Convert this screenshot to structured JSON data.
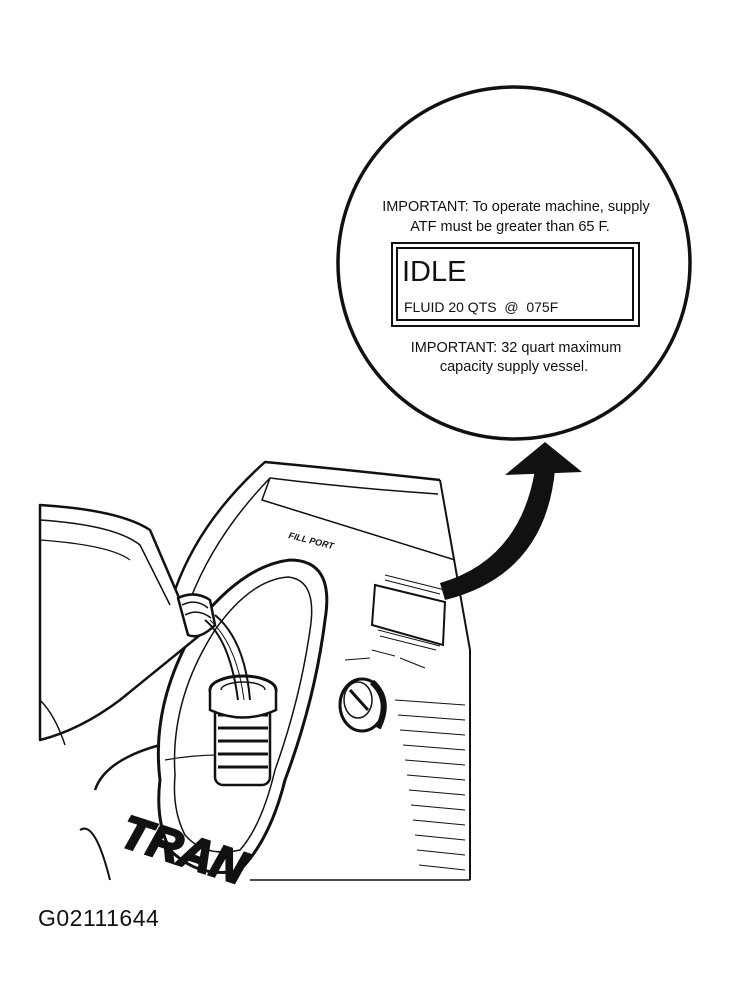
{
  "callout": {
    "notice_top_line1": "IMPORTANT: To operate machine, supply",
    "notice_top_line2": "ATF must be greater than 65 F.",
    "display_status": "IDLE",
    "display_fluid_line": "FLUID 20 QTS  @  075F",
    "notice_bottom_line1": "IMPORTANT: 32 quart maximum",
    "notice_bottom_line2": "capacity supply vessel."
  },
  "machine": {
    "fill_port_label": "FILL PORT",
    "brand_lettering": "TRAN"
  },
  "figure_id": "G02111644"
}
